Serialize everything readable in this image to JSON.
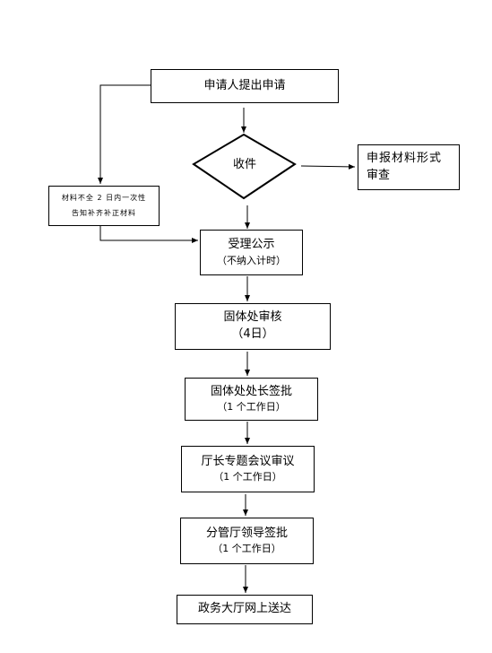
{
  "nodes": {
    "apply": "申请人提出申请",
    "receive": "收件",
    "review_form": {
      "line1": "申报材料形式",
      "line2": "审查"
    },
    "incomplete": {
      "line1": "材料不全 2 日内一次性",
      "line2": "告知补齐补正材料"
    },
    "accept": {
      "title": "受理公示",
      "note": "（不纳入计时）"
    },
    "audit": {
      "title": "固体处审核",
      "note": "（4日）"
    },
    "chief_sign": {
      "title": "固体处处长签批",
      "note": "（1 个工作日）"
    },
    "meeting": {
      "title": "厅长专题会议审议",
      "note": "（1 个工作日）"
    },
    "leader_sign": {
      "title": "分管厅领导签批",
      "note": "（1 个工作日）"
    },
    "deliver": "政务大厅网上送达"
  }
}
